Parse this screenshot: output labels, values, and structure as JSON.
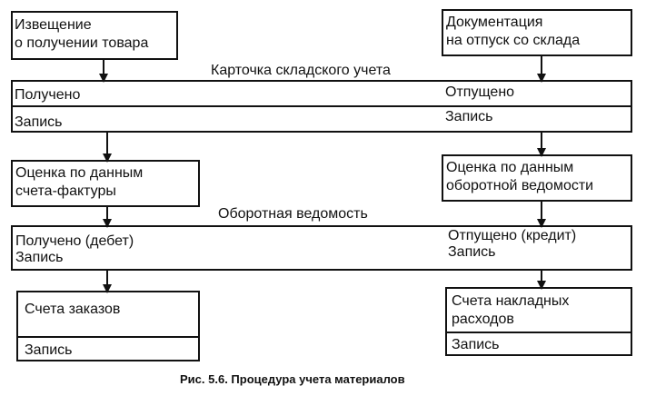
{
  "boxes": {
    "notice": "Извещение\nо получении товара",
    "docs": "Документация\nна отпуск со склада",
    "card_title": "Карточка складского учета",
    "card_received": "Получено",
    "card_issued": "Отпущено",
    "card_record_left": "Запись",
    "card_record_right": "Запись",
    "eval_invoice": "Оценка по данным\nсчета-фактуры",
    "eval_turnover": "Оценка по данным\nоборотной ведомости",
    "turnover_title": "Оборотная ведомость",
    "turnover_received": "Получено (дебет)",
    "turnover_record_left": "Запись",
    "turnover_issued": "Отпущено (кредит)",
    "turnover_record_right": "Запись",
    "orders": "Счета заказов",
    "orders_record": "Запись",
    "overhead": "Счета накладных\nрасходов",
    "overhead_record": "Запись"
  },
  "caption": "Рис. 5.6. Процедура учета материалов",
  "colors": {
    "stroke": "#111111",
    "background": "#ffffff"
  }
}
